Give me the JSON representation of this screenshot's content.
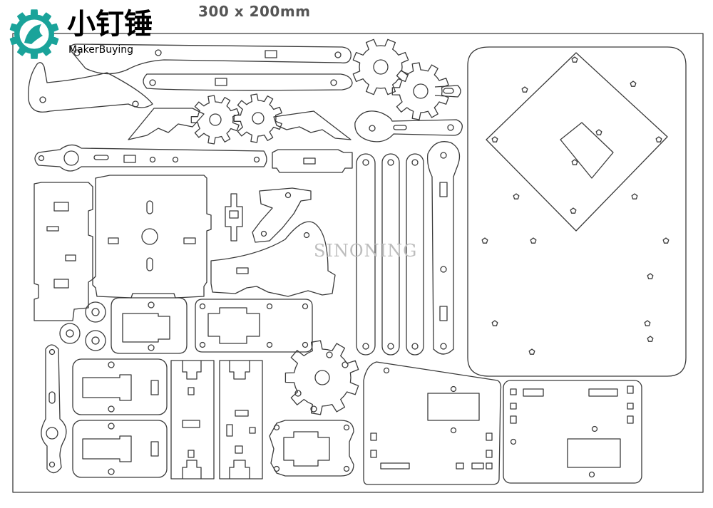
{
  "sheet": {
    "size_label": "300 x 200mm",
    "watermark": "SINONING"
  },
  "brand": {
    "name_cn": "小钉锤",
    "name_en": "MakerBuying",
    "logo_color": "#1aa39a"
  },
  "colors": {
    "line": "#3a3a3a",
    "background": "#ffffff"
  }
}
